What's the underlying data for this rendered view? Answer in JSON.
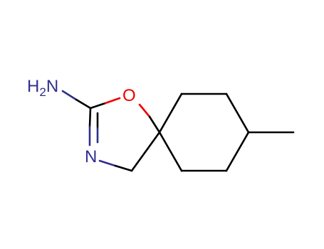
{
  "molecule": {
    "atoms": {
      "amine": {
        "label": "NH2",
        "text_main": "H",
        "text_sub": "2",
        "text_tail": "N",
        "element": "N"
      },
      "oxygen": {
        "label": "O",
        "element": "O"
      },
      "imine_n": {
        "label": "N",
        "element": "N"
      }
    },
    "colors": {
      "bond": "#000000",
      "nitrogen": "#2f2f8f",
      "oxygen": "#ee0000",
      "background": "#ffffff"
    }
  }
}
